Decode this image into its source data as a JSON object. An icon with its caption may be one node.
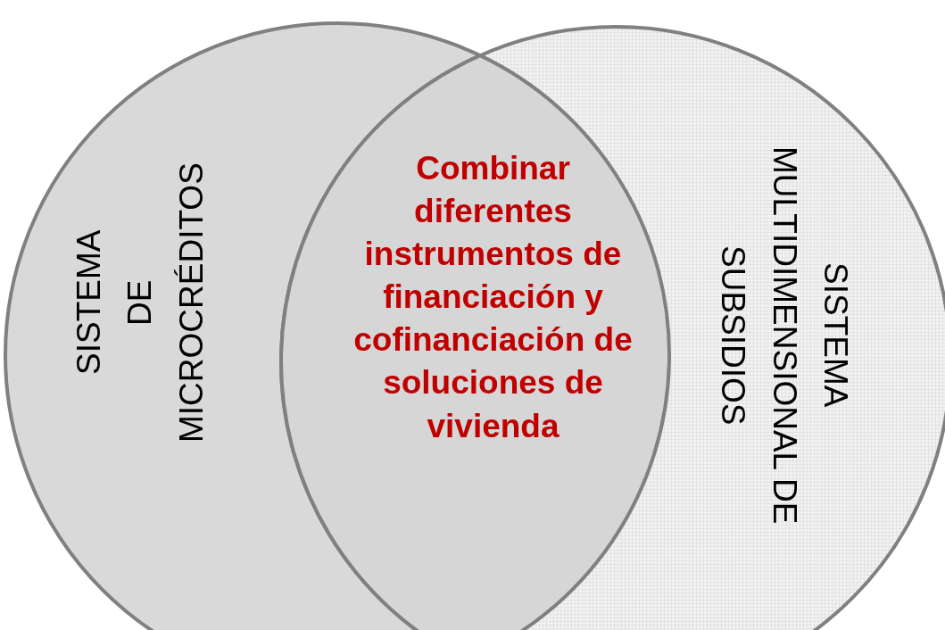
{
  "diagram": {
    "nodes": [
      {
        "text": [
          "SISTEMA DE MICROCRÉDITOS"
        ]
      },
      {
        "text": [
          "Combinar diferentes instrumentos de financiación y cofinanciación de soluciones de vivienda"
        ]
      },
      {
        "text": [
          "SISTEMA MULTIDIMENSIONAL DE SUBSIDIOS"
        ]
      }
    ]
  }
}
